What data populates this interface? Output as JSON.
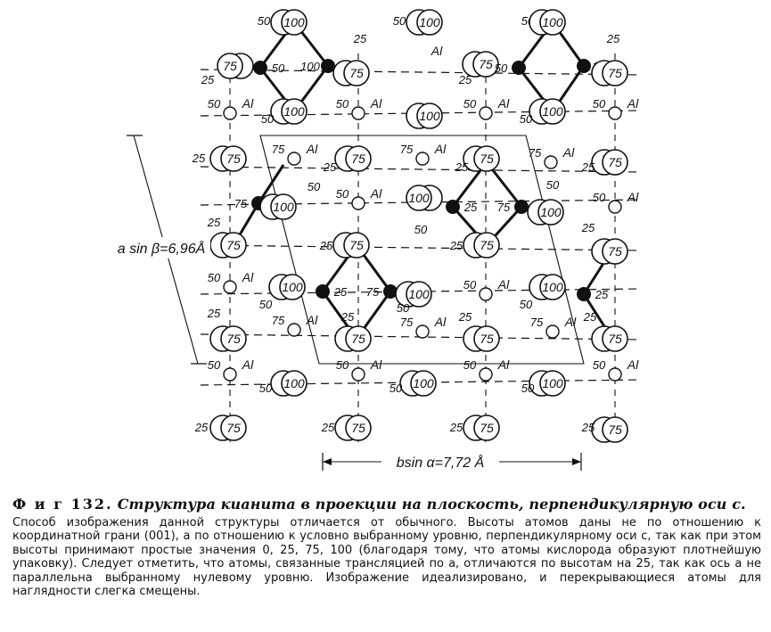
{
  "figure": {
    "dim_a_sin_beta": "a sin β=6,96Å",
    "dim_b_sin_alpha": "bsin α=7,72 Å",
    "atom_labels": {
      "h25": "25",
      "h50": "50",
      "h75": "75",
      "h100": "100",
      "al": "Al"
    }
  },
  "caption": {
    "label": "Ф и г 132.",
    "title": "Структура кианита в проекции на плоскость, перпендикулярную оси c.",
    "body": "Способ изображения данной структуры отличается от обычного. Высоты атомов даны не по отношению к координатной грани (001), а по отношению к условно выбранному уровню, перпендикулярному оси c, так как при этом высоты принимают простые значения 0, 25, 75, 100 (благодаря тому, что атомы кислорода образуют плотнейшую упаковку). Следует отметить, что атомы, связанные трансляцией по a, отличаются по высотам на 25, так как ось a не параллельна выбранному нулевому уровню. Изображение идеализировано, и перекрывающиеся атомы для наглядности слегка смещены."
  }
}
